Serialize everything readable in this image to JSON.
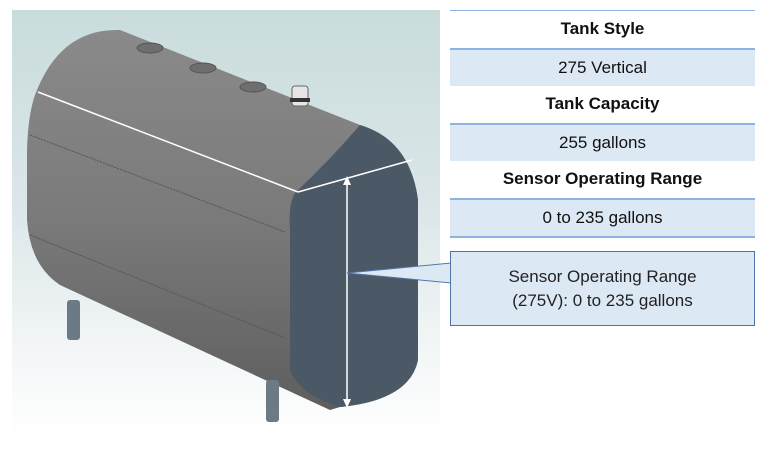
{
  "diagram": {
    "subject": "oil storage tank (275 vertical)",
    "measurement_line": "vertical white arrow across tank end face"
  },
  "spec_table": {
    "rows": [
      {
        "label": "Tank Style",
        "value": "275 Vertical"
      },
      {
        "label": "Tank Capacity",
        "value": "255 gallons"
      },
      {
        "label": "Sensor Operating Range",
        "value": "0 to 235 gallons"
      }
    ]
  },
  "callout": {
    "line1": "Sensor Operating Range",
    "line2": "(275V): 0 to 235 gallons"
  },
  "colors": {
    "table_accent": "#8db3e2",
    "value_row_fill": "#dde8f5",
    "callout_border": "#4f74a8",
    "tank_body": "#7d7d7d",
    "tank_end_face": "#4b5866"
  }
}
